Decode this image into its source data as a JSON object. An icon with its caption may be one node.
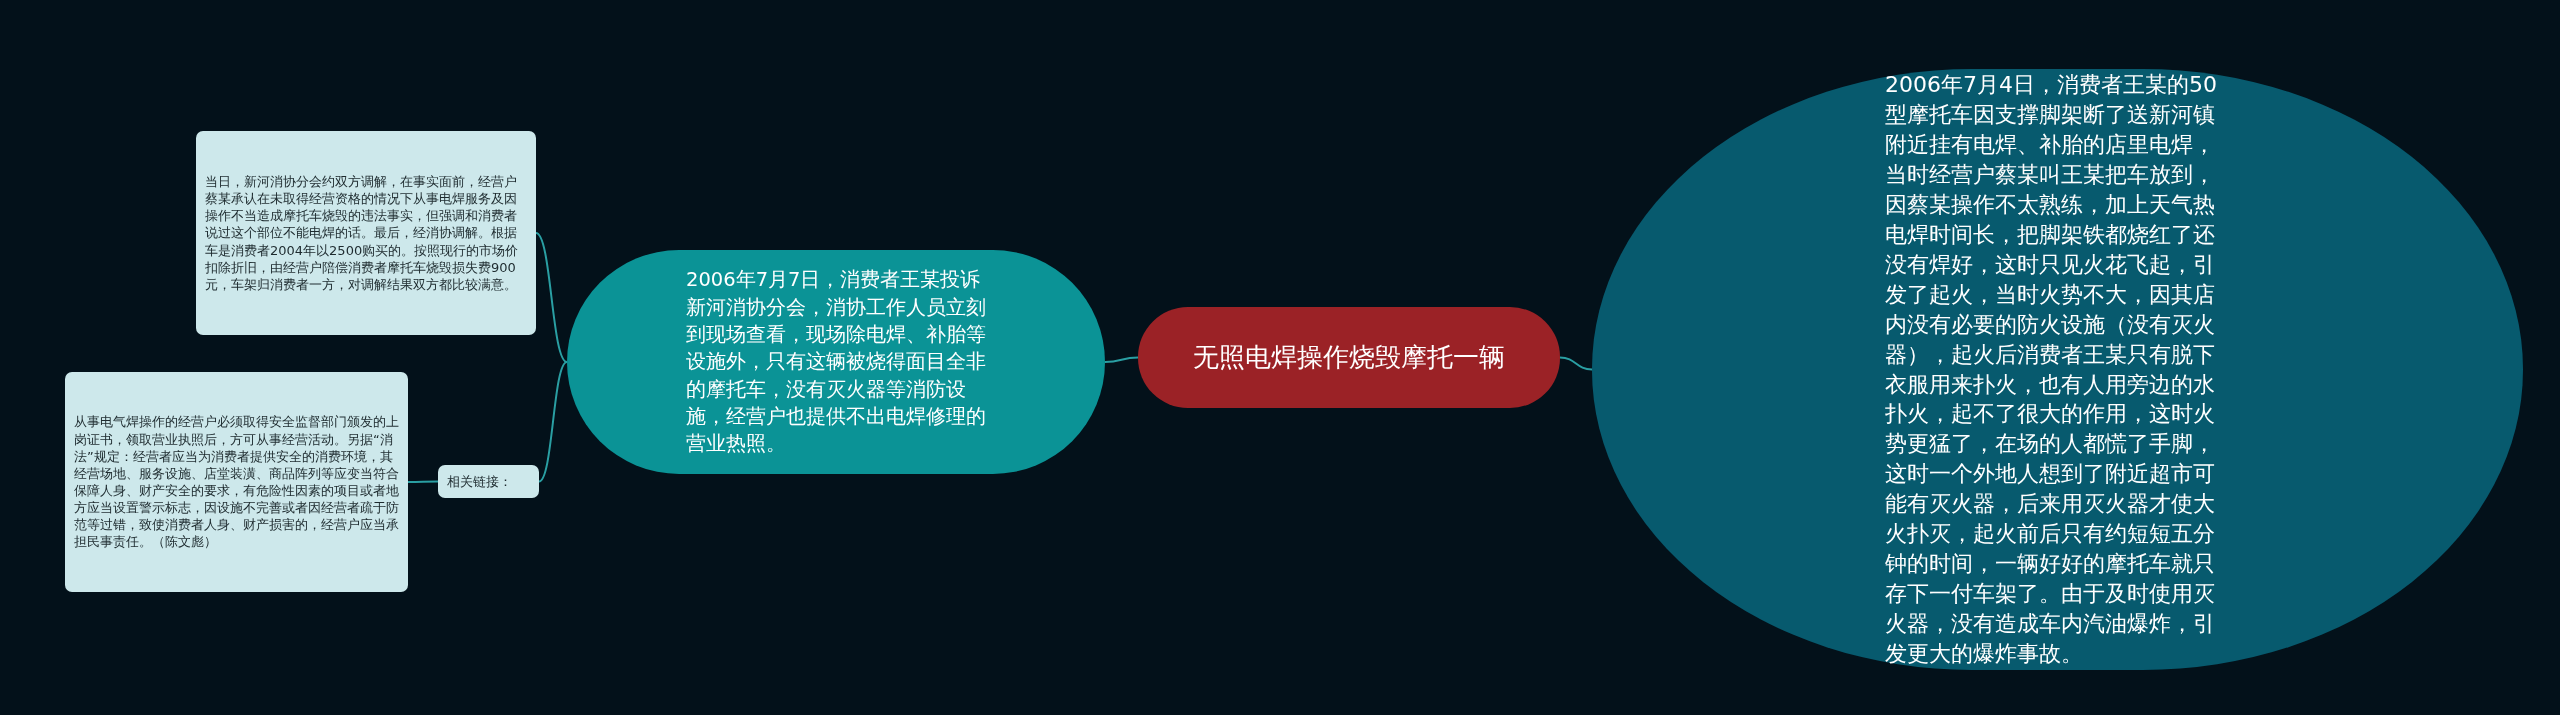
{
  "diagram": {
    "nodes": [
      {
        "text": [
          "无照电焊操作烧毁摩托一辆"
        ]
      },
      {
        "text": [
          "2006年7月7日，消费者王某投诉新河消协分会，消协工作人员立刻到现场查看，现场除电焊、补胎等设施外，只有这辆被烧得面目全非的摩托车，没有灭火器等消防设施，经营户也提供不出电焊修理的营业热照。"
        ]
      },
      {
        "text": [
          "当日，新河消协分会约双方调解，在事实面前，经营户蔡某承认在未取得经营资格的情况下从事电焊服务及因操作不当造成摩托车烧毁的违法事实，但强调和消费者说过这个部位不能电焊的话。最后，经消协调解。根据车是消费者2004年以2500购买的。按照现行的市场价扣除折旧，由经营户陪偿消费者摩托车烧毁损失费900元，车架归消费者一方，对调解结果双方都比较满意。"
        ]
      },
      {
        "text": [
          "相关链接："
        ]
      },
      {
        "text": [
          "从事电气焊操作的经营户必须取得安全监督部门颁发的上岗证书，领取营业执照后，方可从事经营活动。另据“消法”规定：经营者应当为消费者提供安全的消费环境，其经营场地、服务设施、店堂装潢、商品阵列等应变当符合保障人身、财产安全的要求，有危险性因素的项目或者地方应当设置警示标志，因设施不完善或者因经营者疏于防范等过错，致使消费者人身、财产损害的，经营户应当承担民事责任。（陈文彪）"
        ]
      },
      {
        "text": [
          "2006年7月4日，消费者王某的50型摩托车因支撑脚架断了送新河镇附近挂有电焊、补胎的店里电焊，当时经营户蔡某叫王某把车放到，因蔡某操作不太熟练，加上天气热电焊时间长，把脚架铁都烧红了还没有焊好，这时只见火花飞起，引发了起火，当时火势不大，因其店内没有必要的防火设施（没有灭火器），起火后消费者王某只有脱下衣服用来扑火，也有人用旁边的水扑火，起不了很大的作用，这时火势更猛了，在场的人都慌了手脚，这时一个外地人想到了附近超市可能有灭火器，后来用灭火器才使大火扑灭，起火前后只有约短短五分钟的时间，一辆好好的摩托车就只存下一付车架了。由于及时使用灭火器，没有造成车内汽油爆炸，引发更大的爆炸事故。"
        ]
      }
    ],
    "edges": [
      {
        "from": 0,
        "to": 1,
        "arrow": "none"
      },
      {
        "from": 1,
        "to": 2,
        "arrow": "none"
      },
      {
        "from": 1,
        "to": 3,
        "arrow": "none"
      },
      {
        "from": 3,
        "to": 4,
        "arrow": "none"
      },
      {
        "from": 0,
        "to": 5,
        "arrow": "none"
      }
    ]
  }
}
